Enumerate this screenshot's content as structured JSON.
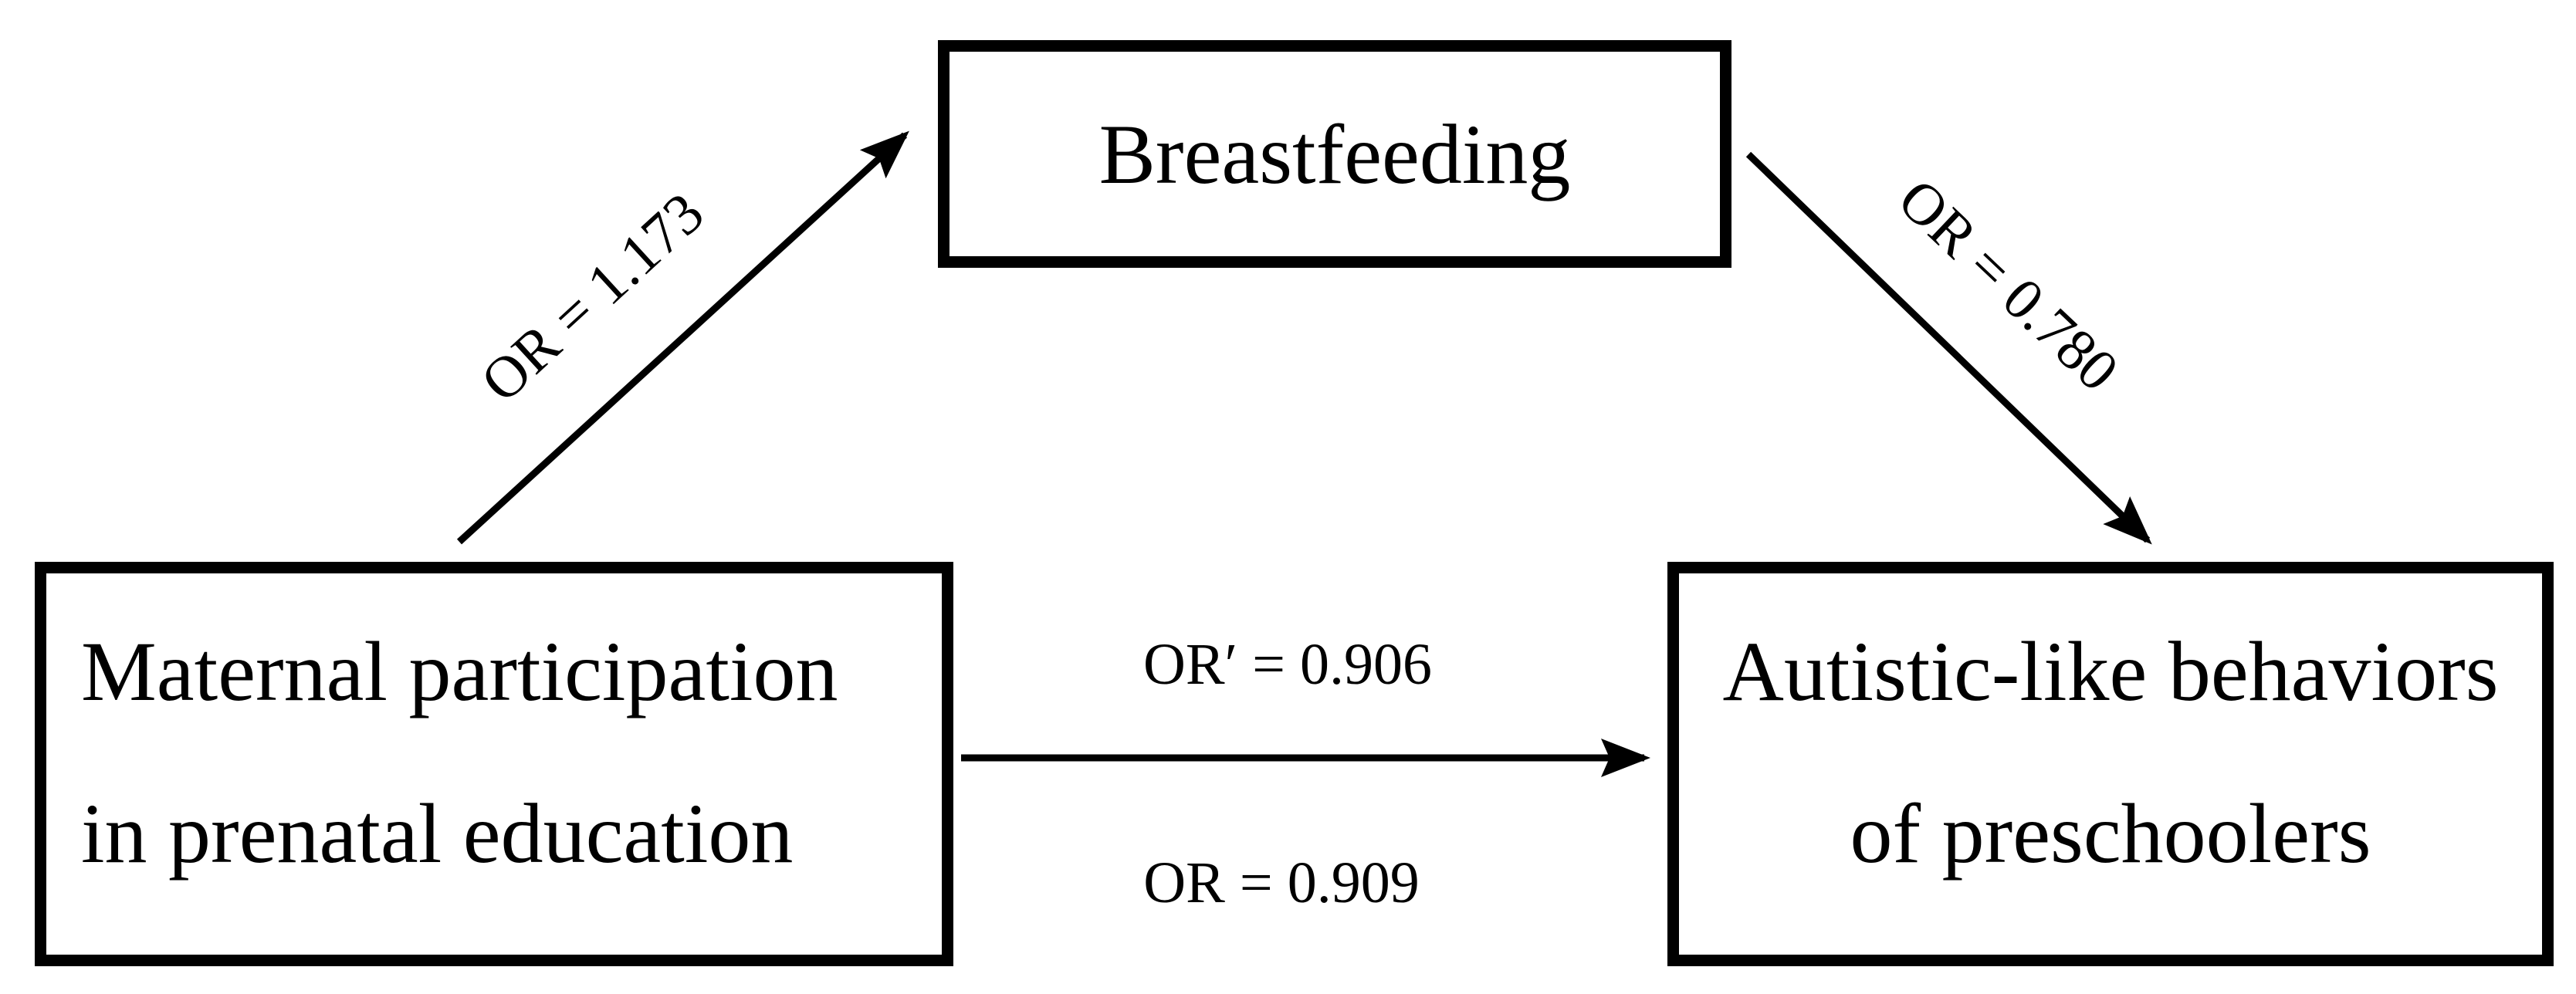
{
  "diagram": {
    "background_color": "#ffffff",
    "ink_color": "#000000",
    "nodes": {
      "mediator": {
        "label": "Breastfeeding"
      },
      "exposure": {
        "line1": "Maternal participation",
        "line2": "in prenatal education"
      },
      "outcome": {
        "line1": "Autistic-like behaviors",
        "line2": "of preschoolers"
      }
    },
    "edges": {
      "exposure_to_mediator": {
        "label": "OR = 1.173"
      },
      "mediator_to_outcome": {
        "label": "OR = 0.780"
      },
      "exposure_to_outcome": {
        "label_above": "OR′ = 0.906",
        "label_below": "OR = 0.909"
      }
    }
  }
}
